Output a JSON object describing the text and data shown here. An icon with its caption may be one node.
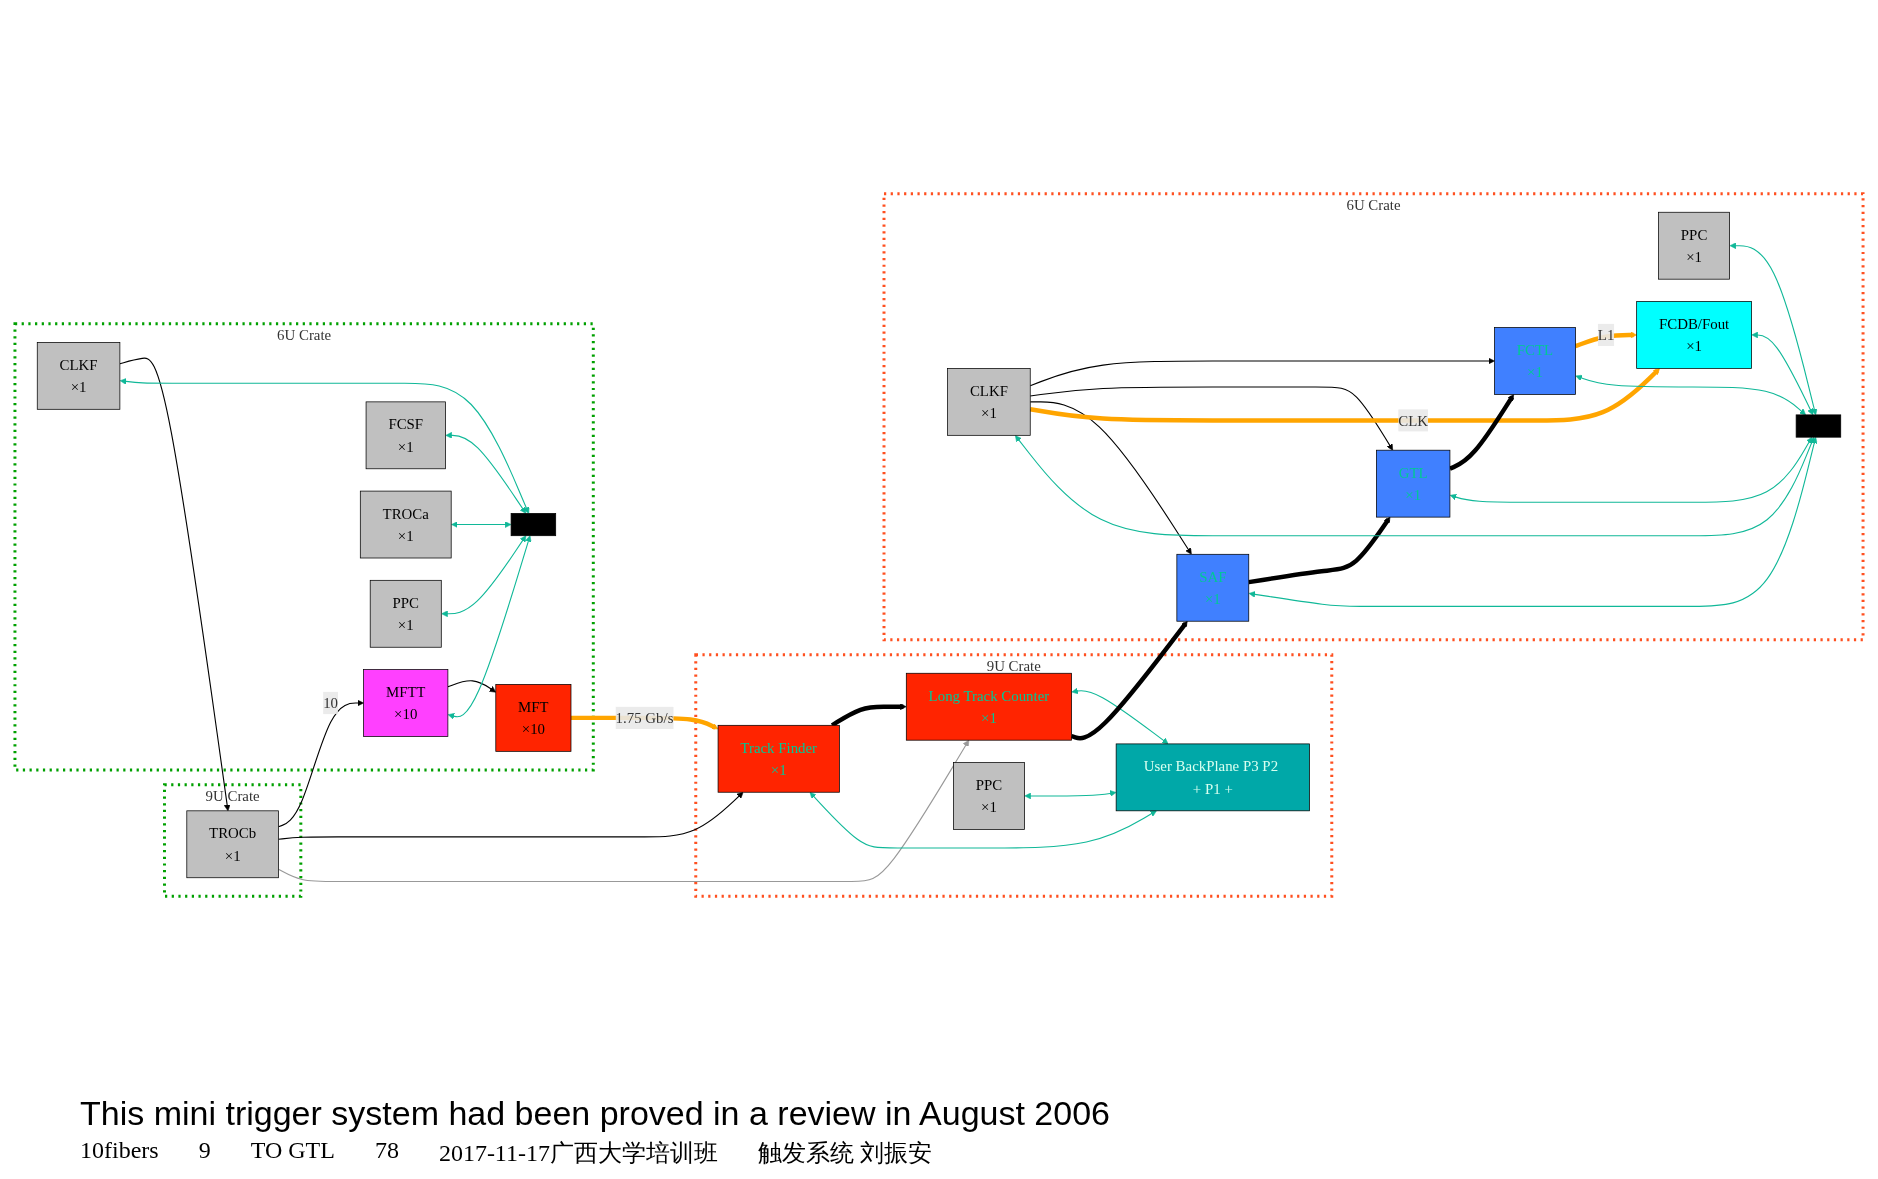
{
  "diagram": {
    "caption": "This mini trigger system had been proved in a review in August 2006",
    "nodes": [
      {
        "text": [
          "9U Crate"
        ]
      },
      {
        "text": [
          "TROCb",
          "×1"
        ],
        "in": 0
      },
      {
        "text": [
          "6U Crate"
        ]
      },
      {
        "text": [
          "MFTT",
          "×10"
        ],
        "in": 2
      },
      {
        "text": [
          "MFT",
          "×10"
        ],
        "in": 2
      },
      {
        "text": [
          "CLKF",
          "×1"
        ],
        "in": 2
      },
      {
        "text": [
          "FCSF",
          "×1"
        ],
        "in": 2
      },
      {
        "text": [
          "TROCa",
          "×1"
        ],
        "in": 2
      },
      {
        "text": [
          "PPC",
          "×1"
        ],
        "in": 2
      },
      {
        "text": [],
        "shape": "bar",
        "in": 2
      },
      {
        "text": [
          "9U Crate"
        ]
      },
      {
        "text": [
          "Track Finder",
          "×1"
        ],
        "in": 10
      },
      {
        "text": [
          "Long Track Counter",
          "×1"
        ],
        "in": 10
      },
      {
        "text": [
          "PPC",
          "×1"
        ],
        "in": 10
      },
      {
        "text": [
          "User BackPlane P3 P2 + P1 +"
        ],
        "in": 10
      },
      {
        "text": [
          "6U Crate"
        ]
      },
      {
        "text": [
          "CLKF",
          "×1"
        ],
        "in": 15
      },
      {
        "text": [
          "FCTL",
          "×1"
        ],
        "in": 15
      },
      {
        "text": [
          "GTL",
          "×1"
        ],
        "in": 15
      },
      {
        "text": [
          "SAF",
          "×1"
        ],
        "in": 15
      },
      {
        "text": [
          "PPC",
          "×1"
        ],
        "in": 15
      },
      {
        "text": [
          "FCDB/Fout",
          "×1"
        ],
        "in": 15
      },
      {
        "text": [],
        "shape": "bar",
        "in": 15
      }
    ],
    "edges": [
      {
        "from": 5,
        "to": 1,
        "arrow": "to",
        "color": "#000000"
      },
      {
        "from": 1,
        "to": 3,
        "arrow": "to",
        "label": "10",
        "color": "#000000"
      },
      {
        "from": 3,
        "to": 4,
        "arrow": "to",
        "color": "#000000"
      },
      {
        "from": 3,
        "to": 9,
        "arrow": "both"
      },
      {
        "from": 5,
        "to": 9,
        "arrow": "both"
      },
      {
        "from": 6,
        "to": 9,
        "arrow": "both"
      },
      {
        "from": 7,
        "to": 9,
        "arrow": "both"
      },
      {
        "from": 8,
        "to": 9,
        "arrow": "both"
      },
      {
        "from": 4,
        "to": 11,
        "arrow": "to",
        "label": "1.75 Gb/s",
        "style": "thick",
        "color": "#ffa500"
      },
      {
        "from": 1,
        "to": 11,
        "arrow": "to",
        "color": "#000000"
      },
      {
        "from": 1,
        "to": 12,
        "arrow": "to",
        "color": "#999999"
      },
      {
        "from": 11,
        "to": 12,
        "arrow": "to",
        "style": "thick",
        "color": "#000000"
      },
      {
        "from": 11,
        "to": 14,
        "arrow": "both"
      },
      {
        "from": 12,
        "to": 14,
        "arrow": "both"
      },
      {
        "from": 13,
        "to": 14,
        "arrow": "both"
      },
      {
        "from": 12,
        "to": 19,
        "arrow": "to",
        "style": "thick",
        "color": "#000000"
      },
      {
        "from": 16,
        "to": 17,
        "arrow": "to",
        "color": "#000000"
      },
      {
        "from": 16,
        "to": 18,
        "arrow": "to",
        "color": "#000000"
      },
      {
        "from": 16,
        "to": 19,
        "arrow": "to",
        "color": "#000000"
      },
      {
        "from": 16,
        "to": 21,
        "arrow": "to",
        "label": "CLK",
        "style": "thick",
        "color": "#ffa500"
      },
      {
        "from": 17,
        "to": 21,
        "arrow": "to",
        "label": "L1",
        "style": "thick",
        "color": "#ffa500"
      },
      {
        "from": 18,
        "to": 17,
        "arrow": "to",
        "style": "thick",
        "color": "#000000"
      },
      {
        "from": 19,
        "to": 18,
        "arrow": "to",
        "style": "thick",
        "color": "#000000"
      },
      {
        "from": 16,
        "to": 22,
        "arrow": "both"
      },
      {
        "from": 17,
        "to": 22,
        "arrow": "both"
      },
      {
        "from": 18,
        "to": 22,
        "arrow": "both"
      },
      {
        "from": 19,
        "to": 22,
        "arrow": "both"
      },
      {
        "from": 20,
        "to": 22,
        "arrow": "both"
      },
      {
        "from": 21,
        "to": 22,
        "arrow": "both"
      }
    ],
    "labels": [
      "10fibers",
      "9",
      "TO GTL",
      "78",
      "2017-11-17广西大学培训班",
      "触发系统 刘振安"
    ]
  }
}
